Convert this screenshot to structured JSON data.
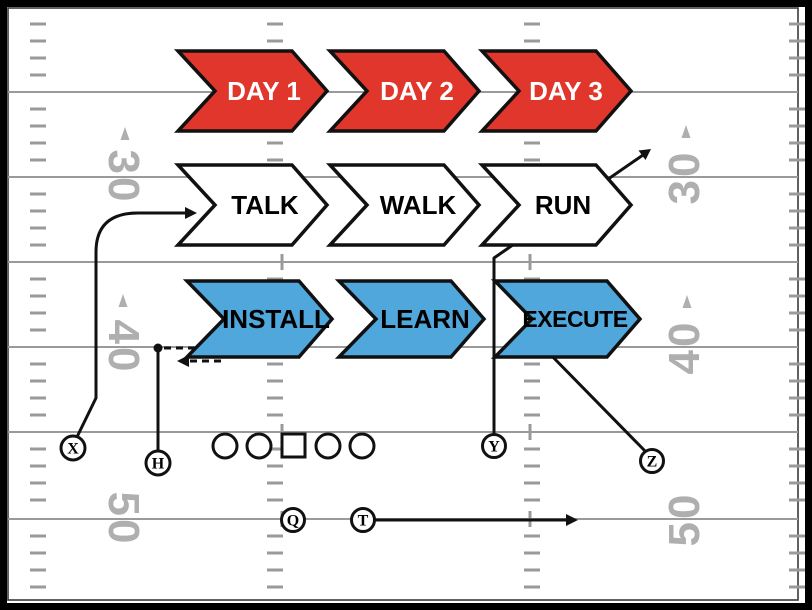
{
  "chevron_rows": [
    {
      "id": "day-row",
      "fill": "#E0362B",
      "text_color": "#FFFFFF",
      "steps": [
        "DAY 1",
        "DAY 2",
        "DAY 3"
      ]
    },
    {
      "id": "talk-row",
      "fill": "#FFFFFF",
      "text_color": "#000000",
      "steps": [
        "TALK",
        "WALK",
        "RUN"
      ]
    },
    {
      "id": "install-row",
      "fill": "#4FA7DC",
      "text_color": "#000000",
      "steps": [
        "INSTALL",
        "LEARN",
        "EXECUTE"
      ]
    }
  ],
  "field": {
    "left_yard_numbers": [
      "30",
      "40",
      "50"
    ],
    "right_yard_numbers": [
      "30",
      "40",
      "50"
    ],
    "line_color": "#9A9A9A",
    "number_color": "#AFAFAF"
  },
  "players": {
    "x": "X",
    "h": "H",
    "q": "Q",
    "t": "T",
    "y": "Y",
    "z": "Z",
    "offensive_line": {
      "linemen_circles": 4,
      "center_symbol": "square"
    }
  }
}
